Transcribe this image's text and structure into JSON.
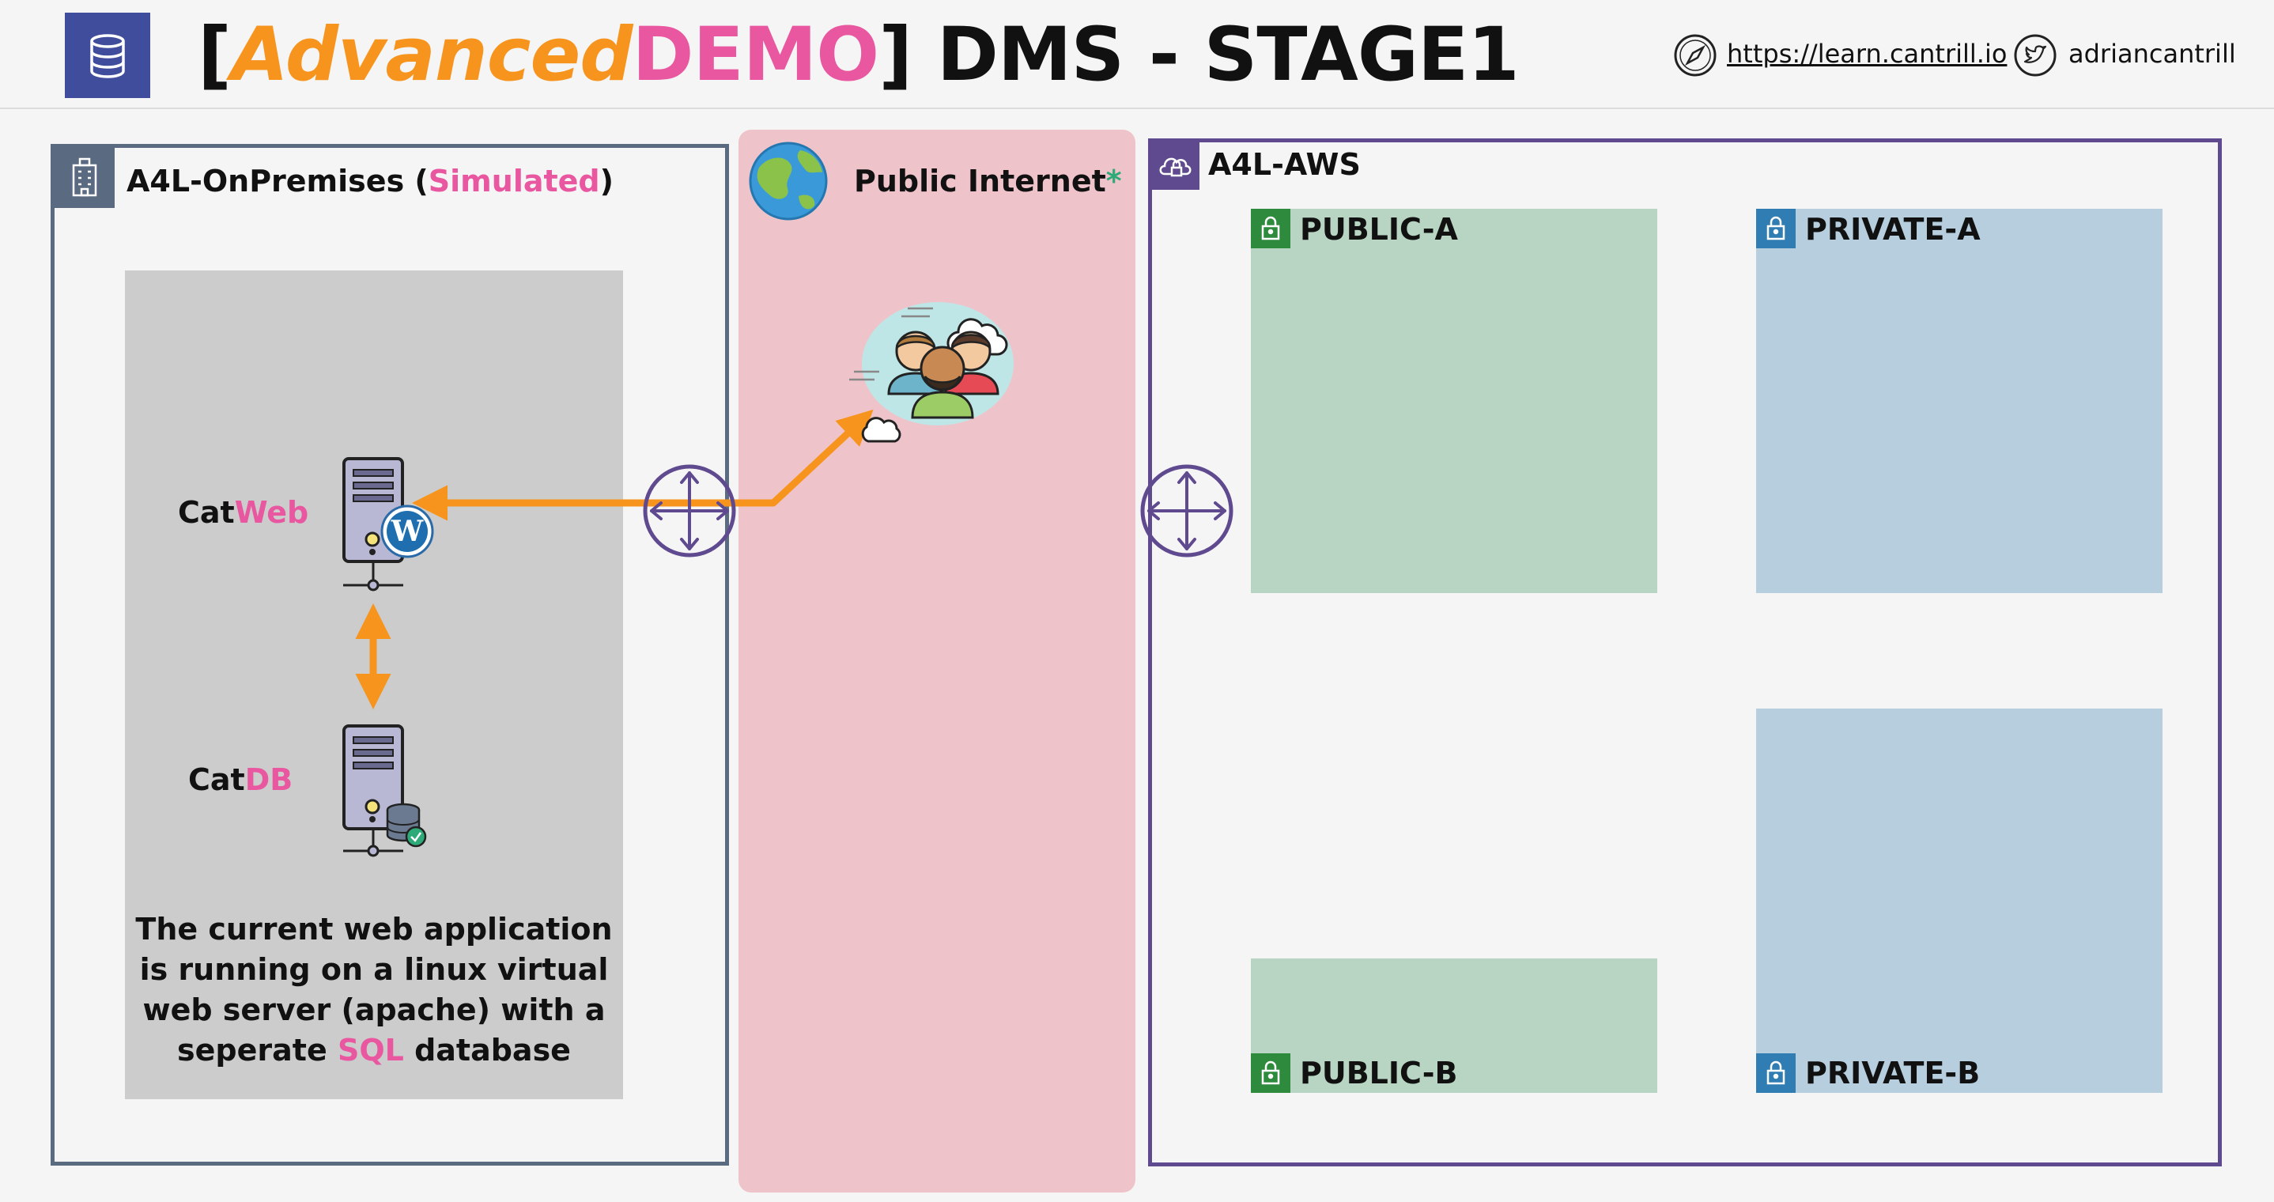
{
  "header": {
    "title_bracket_open": "[",
    "title_advanced": "Advanced",
    "title_demo": "DEMO",
    "title_rest": "] DMS - STAGE1",
    "url": "https://learn.cantrill.io",
    "twitter": "adriancantrill",
    "icons": [
      "database-icon",
      "compass-icon",
      "twitter-icon"
    ]
  },
  "onprem": {
    "title": "A4L-OnPremises (",
    "title_highlight": "Simulated",
    "title_end": ")",
    "catweb_prefix": "Cat",
    "catweb_suffix": "Web",
    "catdb_prefix": "Cat",
    "catdb_suffix": "DB",
    "desc_line1": "The current web application",
    "desc_line2": "is running on a linux virtual",
    "desc_line3": "web server (apache) with a",
    "desc_pre": "seperate ",
    "desc_sql": "SQL",
    "desc_post": " database"
  },
  "internet": {
    "title": "Public Internet",
    "asterisk": "*"
  },
  "aws": {
    "title": "A4L-AWS",
    "subnets": {
      "public_a": "PUBLIC-A",
      "private_a": "PRIVATE-A",
      "public_b": "PUBLIC-B",
      "private_b": "PRIVATE-B"
    }
  },
  "colors": {
    "orange": "#f7941d",
    "pink": "#e8579f",
    "onprem_border": "#5a6a80",
    "aws_border": "#5f4a8f",
    "internet_bg": "#eec4ca",
    "public_subnet": "#b7d5c2",
    "private_subnet": "#b6cede"
  }
}
